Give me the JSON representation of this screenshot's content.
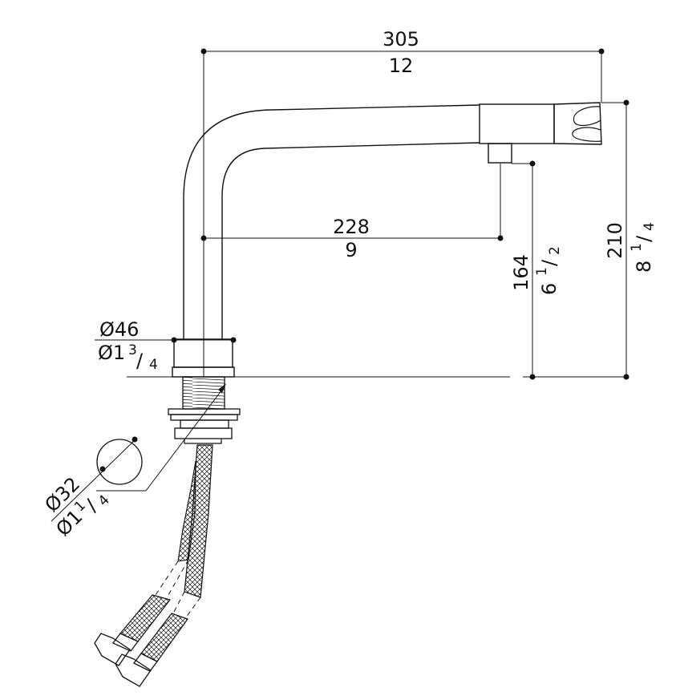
{
  "colors": {
    "line": "#111111",
    "background": "#ffffff"
  },
  "dimensions": {
    "overall_width": {
      "mm": "305",
      "inch": "12"
    },
    "spout_reach": {
      "mm": "228",
      "inch": "9"
    },
    "outlet_height": {
      "mm": "164",
      "inch_whole": "6",
      "inch_num": "1",
      "inch_den": "2"
    },
    "total_height": {
      "mm": "210",
      "inch_whole": "8",
      "inch_num": "1",
      "inch_den": "4"
    },
    "base_diameter": {
      "mm": "Ø46",
      "inch_whole": "Ø1",
      "inch_num": "3",
      "inch_den": "4"
    },
    "hole_diameter": {
      "mm": "Ø32",
      "inch_whole": "Ø1",
      "inch_num": "1",
      "inch_den": "4"
    }
  }
}
